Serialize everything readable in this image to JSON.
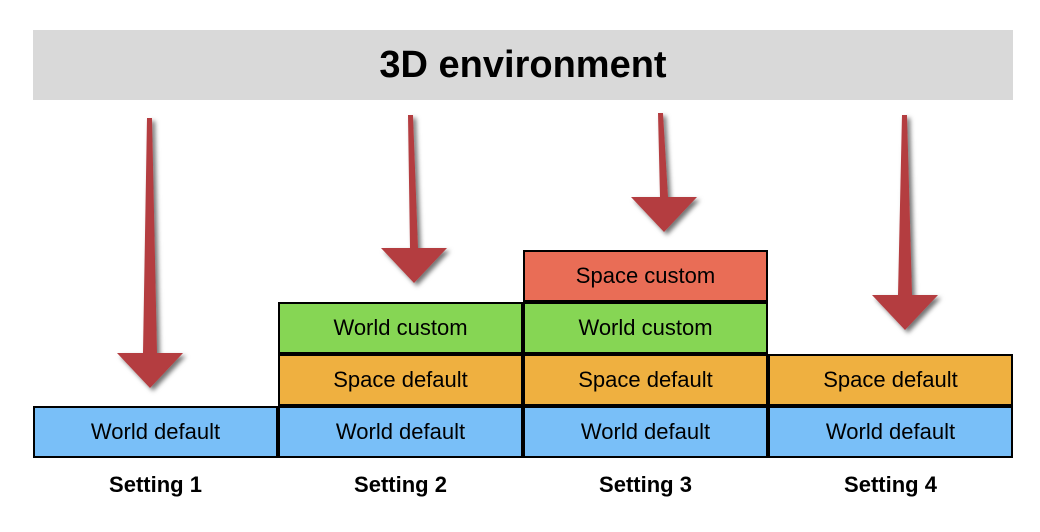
{
  "title": "3D environment",
  "colors": {
    "world_default": "#79bff8",
    "space_default": "#efb040",
    "world_custom": "#86d654",
    "space_custom": "#e96d56",
    "arrow": "#b43c40",
    "banner": "#d9d9d9"
  },
  "settings": [
    {
      "label": "Setting 1",
      "layers": [
        "World default"
      ]
    },
    {
      "label": "Setting 2",
      "layers": [
        "World default",
        "Space default",
        "World custom"
      ]
    },
    {
      "label": "Setting 3",
      "layers": [
        "World default",
        "Space default",
        "World custom",
        "Space custom"
      ]
    },
    {
      "label": "Setting 4",
      "layers": [
        "World default",
        "Space default"
      ]
    }
  ]
}
